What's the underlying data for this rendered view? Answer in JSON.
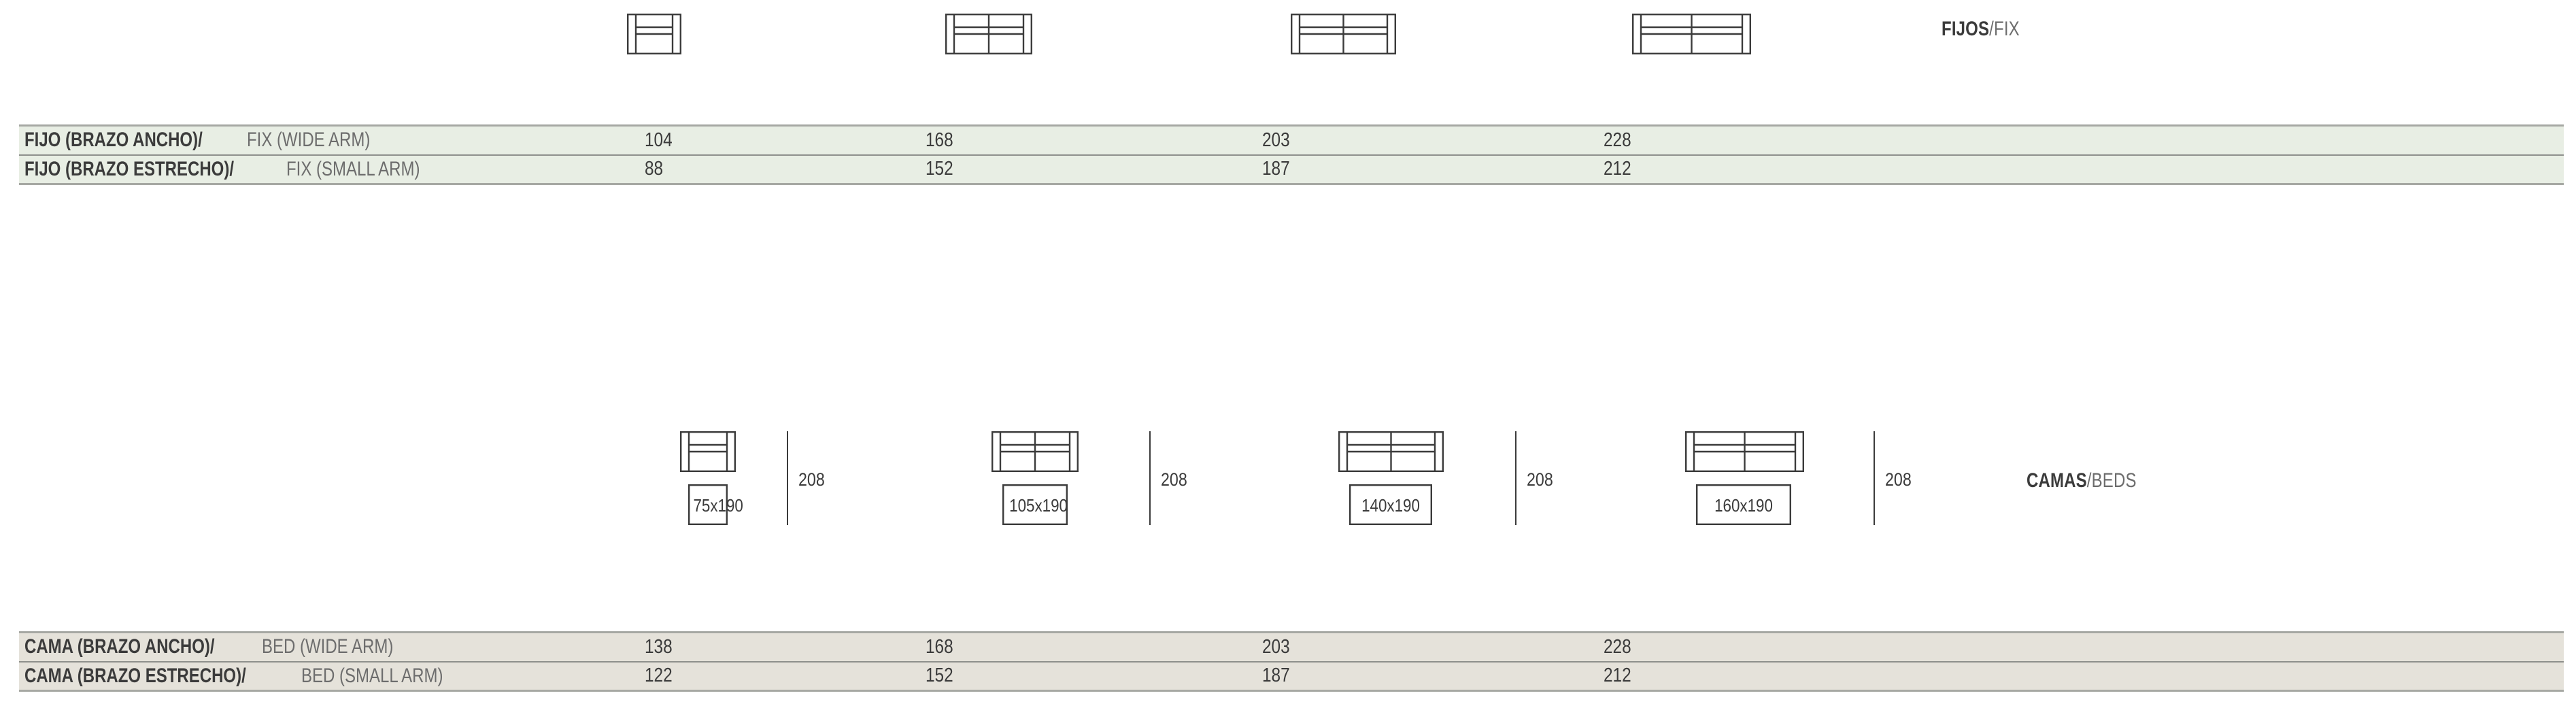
{
  "sections": [
    {
      "id": "fixed",
      "caption_es": "FIJOS",
      "caption_sep": "/",
      "caption_en": "FIX",
      "items": [
        {
          "seats": 1,
          "width_cm": 104
        },
        {
          "seats": 2,
          "width_cm": 168
        },
        {
          "seats": 2,
          "width_cm": 203
        },
        {
          "seats": 2,
          "width_cm": 228
        }
      ],
      "table": {
        "rows": [
          {
            "label_es": "FIJO (BRAZO ANCHO)/",
            "label_en": "FIX (WIDE ARM)",
            "values": [
              "104",
              "168",
              "203",
              "228"
            ]
          },
          {
            "label_es": "FIJO (BRAZO ESTRECHO)/",
            "label_en": " FIX (SMALL ARM)",
            "values": [
              "88",
              "152",
              "187",
              "212"
            ]
          }
        ]
      }
    },
    {
      "id": "beds",
      "caption_es": "CAMAS",
      "caption_sep": "/",
      "caption_en": "BEDS",
      "depth_label": "208",
      "items": [
        {
          "seats": 1,
          "mattress": "75x190"
        },
        {
          "seats": 2,
          "mattress": "105x190"
        },
        {
          "seats": 2,
          "mattress": "140x190"
        },
        {
          "seats": 2,
          "mattress": "160x190"
        }
      ],
      "dim_labels": [
        "208",
        "208",
        "208",
        "208"
      ],
      "mattress_labels": [
        "75x190",
        "105x190",
        "140x190",
        "160x190"
      ],
      "table": {
        "rows": [
          {
            "label_es": "CAMA (BRAZO ANCHO)/",
            "label_en": "BED (WIDE ARM)",
            "values": [
              "138",
              "168",
              "203",
              "228"
            ]
          },
          {
            "label_es": "CAMA (BRAZO ESTRECHO)/",
            "label_en": "BED (SMALL ARM)",
            "values": [
              "122",
              "152",
              "187",
              "212"
            ]
          }
        ]
      }
    }
  ],
  "colors": {
    "table_green": "#e8eee4",
    "table_beige": "#e5e2da",
    "rule": "#a6a8a3",
    "line": "#3b3b3b",
    "text_secondary": "#6d6d6d"
  }
}
